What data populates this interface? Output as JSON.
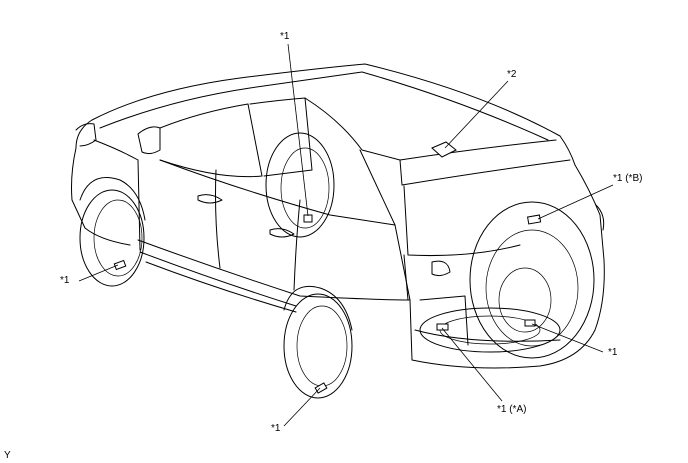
{
  "callouts": {
    "c1_top": "*1",
    "c2": "*2",
    "c1_B": "*1 (*B)",
    "c1_left": "*1",
    "c1_right": "*1",
    "c1_A": "*1 (*A)",
    "c1_bottom": "*1"
  },
  "corner_code": "Y"
}
